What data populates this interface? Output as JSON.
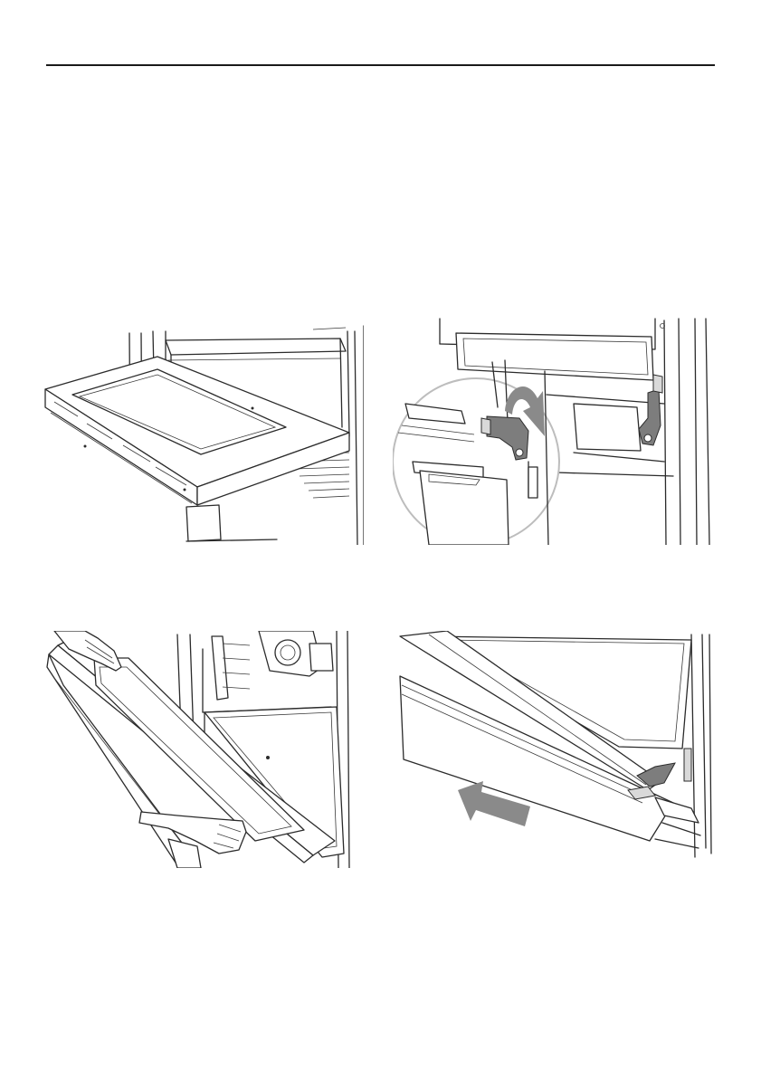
{
  "page": {
    "header_rule": true,
    "colors": {
      "line": "#1a1a1a",
      "arrow": "#8a8a8a",
      "part_highlight": "#7d7d7d",
      "background": "#ffffff"
    }
  },
  "illustrations": [
    {
      "id": "fig1",
      "icon": "oven-door-fully-open-icon"
    },
    {
      "id": "fig2",
      "icon": "door-hinge-lock-detail-icon",
      "callout": "magnified-circle",
      "arrow": "curved-rotate-arrow"
    },
    {
      "id": "fig3",
      "icon": "lifting-door-by-hands-icon"
    },
    {
      "id": "fig4",
      "icon": "sliding-door-off-hinges-icon",
      "arrow": "straight-arrow-up-left"
    }
  ]
}
